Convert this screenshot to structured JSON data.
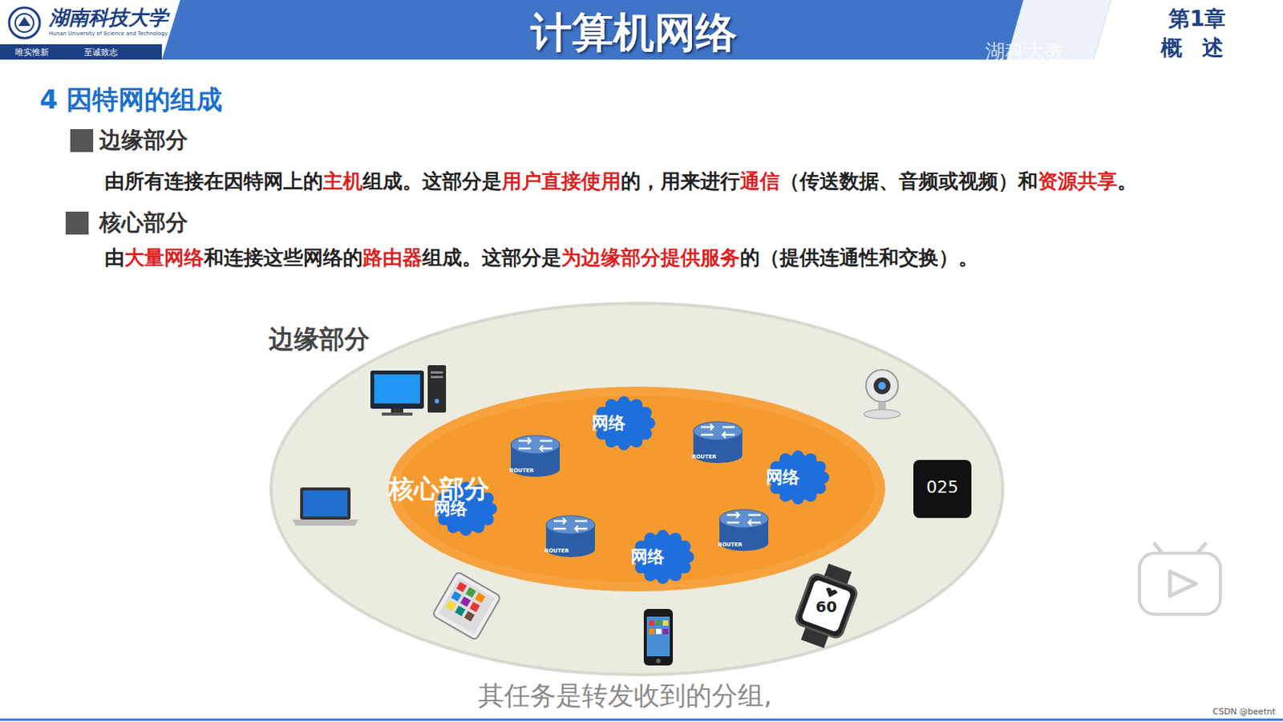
{
  "diagram": {
    "nodes": [
      {
        "text": [
          "边缘部分"
        ]
      },
      {
        "text": [
          "核心部分"
        ],
        "in": 0
      },
      {
        "text": [
          "网络"
        ],
        "in": 1
      },
      {
        "text": [
          "网络"
        ],
        "in": 1
      },
      {
        "text": [
          "网络"
        ],
        "in": 1
      },
      {
        "text": [
          "网络"
        ],
        "in": 1
      },
      {
        "text": [
          "ROUTER"
        ],
        "in": 1
      },
      {
        "text": [
          "ROUTER"
        ],
        "in": 1
      },
      {
        "text": [
          "ROUTER"
        ],
        "in": 1
      },
      {
        "text": [
          "ROUTER"
        ],
        "in": 1
      }
    ],
    "labels": [
      "湖南科技大学",
      "Hunan University of Science and Technology",
      "唯实惟新",
      "至诚致志",
      "计算机网络",
      "湖科大教",
      "第1章",
      "概 述",
      "4 因特网的组成",
      "边缘部分",
      "由所有连接在因特网上的",
      "主机",
      "组成。这部分是",
      "用户直接使用",
      "的，用来进行",
      "通信",
      "（传送数据、音频或视频）和",
      "资源共享",
      "。",
      "核心部分",
      "由",
      "大量网络",
      "和连接这些网络的",
      "路由器",
      "组成。这部分是",
      "为边缘部分提供服务",
      "的（提供连通性和交换）。",
      "025",
      "60",
      "其任务是转发收到的分组,",
      "CSDN @beetnt"
    ]
  }
}
